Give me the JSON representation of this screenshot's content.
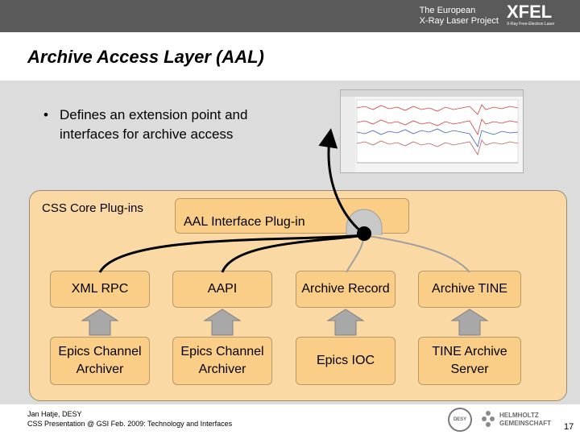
{
  "header": {
    "project_line1": "The European",
    "project_line2": "X-Ray Laser Project",
    "logo_text": "XFEL",
    "logo_sub": "X-Ray Free-Electron Laser",
    "bar_color": "#5a5a5a"
  },
  "slide": {
    "title": "Archive Access Layer (AAL)",
    "bullet_marker": "•",
    "bullet_text": "Defines an extension point and interfaces for archive access"
  },
  "diagram": {
    "core_label": "CSS Core Plug-ins",
    "interface_label": "AAL Interface Plug-in",
    "plugins": [
      "XML RPC",
      "AAPI",
      "Archive Record",
      "Archive TINE"
    ],
    "backends": [
      "Epics Channel Archiver",
      "Epics Channel Archiver",
      "Epics IOC",
      "TINE Archive Server"
    ],
    "box_color": "#fbce87",
    "core_color": "#fad9a5"
  },
  "footer": {
    "author": "Jan Hatje, DESY",
    "event": "CSS Presentation @ GSI Feb. 2009: Technology and Interfaces",
    "desy_logo": "DESY",
    "helmholtz_line1": "HELMHOLTZ",
    "helmholtz_line2": "GEMEINSCHAFT",
    "page_number": "17"
  }
}
